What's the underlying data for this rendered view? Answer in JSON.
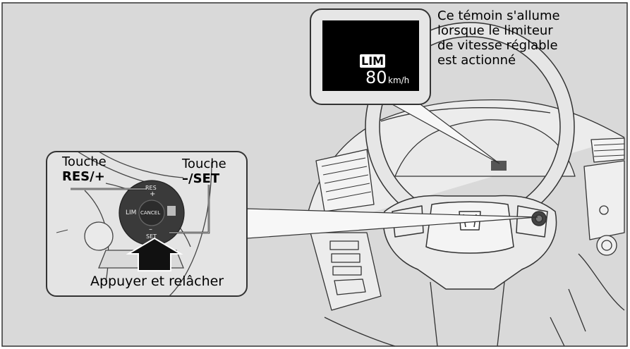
{
  "callout": {
    "line1": "Ce témoin s'allume",
    "line2": "lorsque le limiteur",
    "line3": "de vitesse réglable",
    "line4": "est actionné"
  },
  "display": {
    "indicator": "LIM",
    "speed": "80",
    "unit": "km/h"
  },
  "switch": {
    "res_label": "RES",
    "plus_label": "+",
    "cancel_label": "CANCEL",
    "lim_label": "LIM",
    "minus_label": "–",
    "set_label": "SET"
  },
  "labels": {
    "res_title": "Touche",
    "res_key": "RES/+",
    "set_title": "Touche",
    "set_key": "–/SET",
    "action": "Appuyer et relâcher"
  },
  "colors": {
    "background": "#d9d9d9",
    "panel": "#e4e4e4",
    "display": "#000000",
    "line_art": "#333333"
  }
}
